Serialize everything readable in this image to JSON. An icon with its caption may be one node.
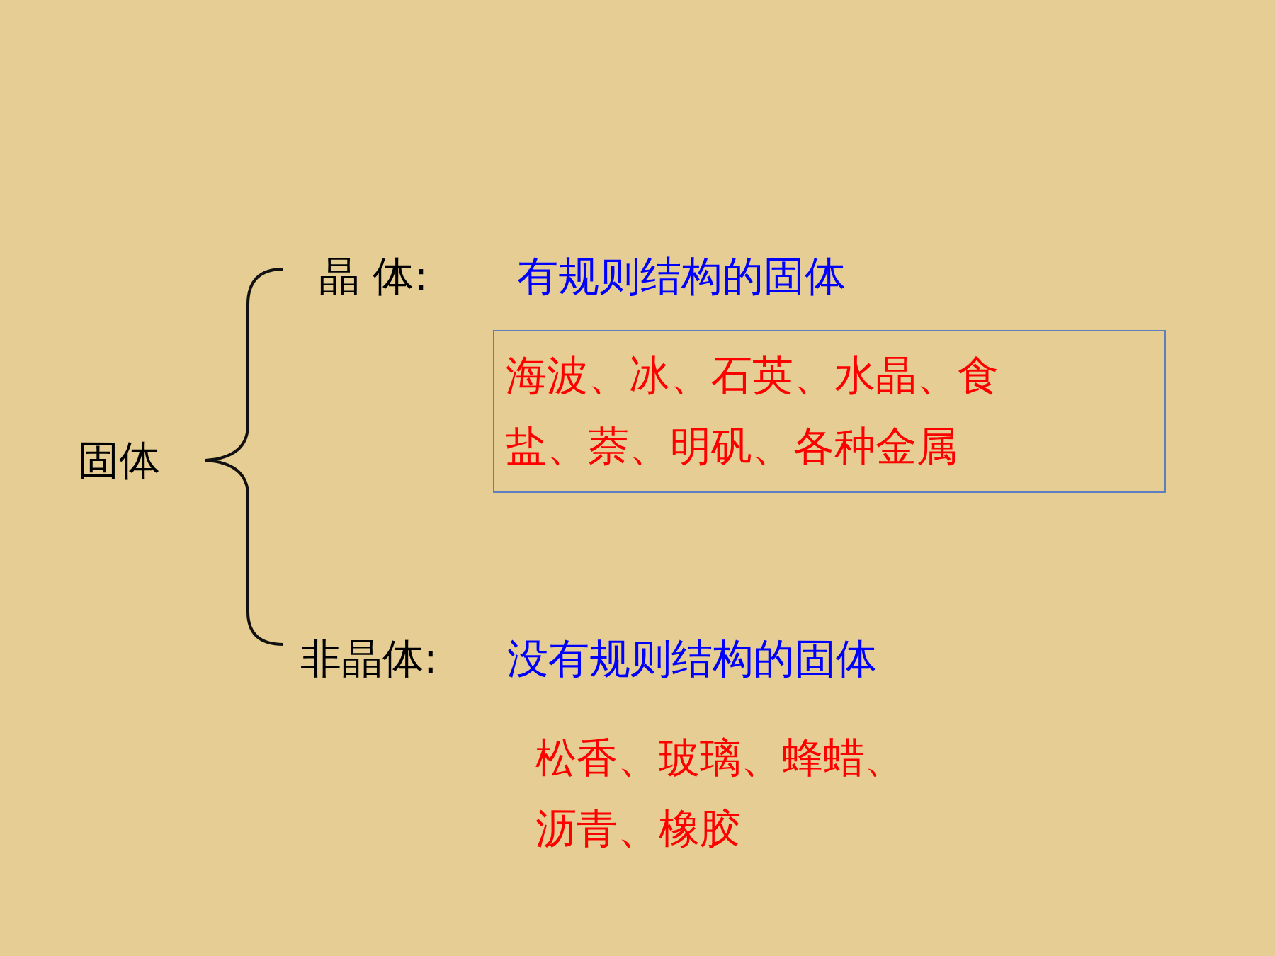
{
  "diagram": {
    "nodes": [
      {
        "text": [
          "海波、冰、石英、水晶、食盐、萘、明矾、各种金属"
        ]
      }
    ],
    "labels": [
      "晶 体:",
      "有规则结构的固体",
      "固体",
      "非晶体:",
      "没有规则结构的固体",
      "松香、玻璃、蜂蜡、沥青、橡胶"
    ]
  }
}
